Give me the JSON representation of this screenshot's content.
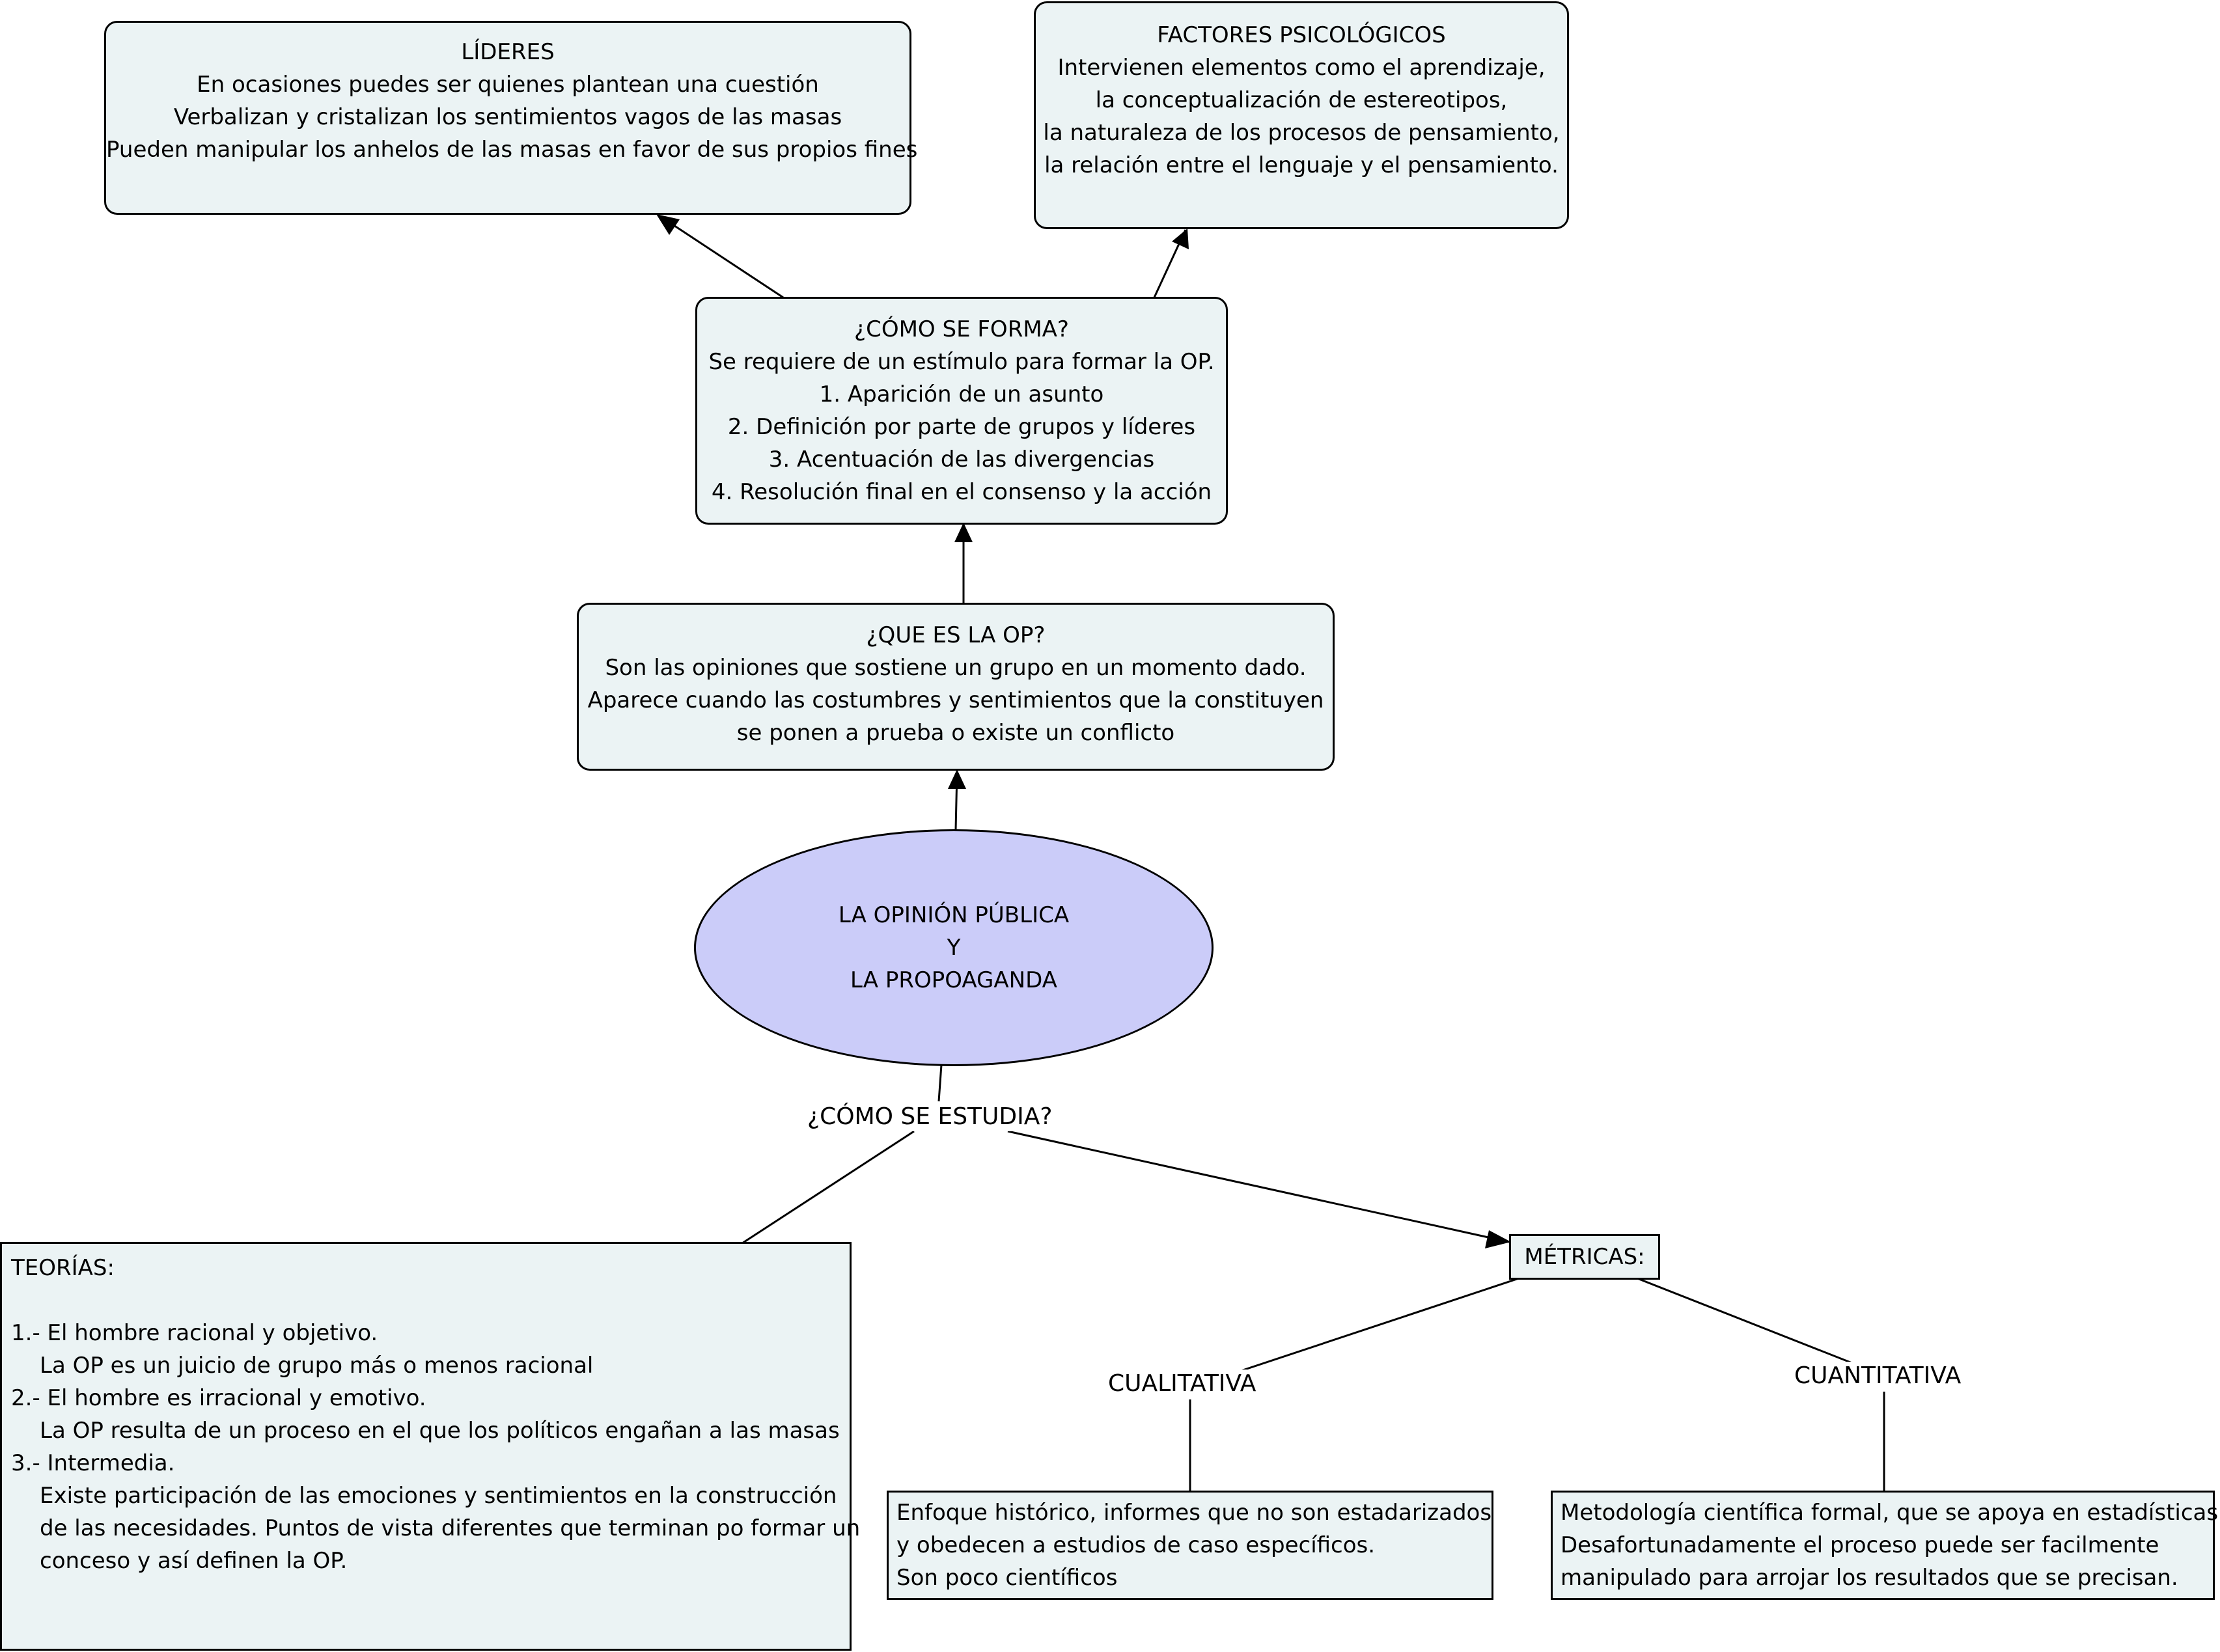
{
  "center": {
    "lines": [
      "LA OPINIÓN PÚBLICA",
      "Y",
      "LA PROPOAGANDA"
    ]
  },
  "lideres": {
    "lines": [
      "LÍDERES",
      "En ocasiones puedes ser quienes plantean una cuestión",
      "Verbalizan y cristalizan los sentimientos vagos de las masas",
      "Pueden manipular los anhelos de las masas en favor de sus propios fines"
    ]
  },
  "factores": {
    "lines": [
      "FACTORES PSICOLÓGICOS",
      "Intervienen elementos como el aprendizaje,",
      "la conceptualización de estereotipos,",
      "la naturaleza de los procesos de pensamiento,",
      "la relación entre el lenguaje y el pensamiento."
    ]
  },
  "como_forma": {
    "lines": [
      "¿CÓMO SE FORMA?",
      "Se requiere de un estímulo para formar la OP.",
      "1. Aparición de un asunto",
      "2. Definición por parte de grupos y líderes",
      "3. Acentuación de las divergencias",
      "4. Resolución final en el consenso y la acción"
    ]
  },
  "que_es": {
    "lines": [
      "¿QUE ES LA OP?",
      "Son las opiniones que sostiene un grupo en un momento dado.",
      "Aparece cuando las costumbres y sentimientos  que la constituyen",
      "se ponen a prueba o existe un conflicto"
    ]
  },
  "como_estudia_label": "¿CÓMO SE ESTUDIA?",
  "teorias": {
    "title": "TEORÍAS:",
    "items": [
      {
        "heading": "1.- El hombre racional y objetivo.",
        "detail": [
          "La OP es un juicio de grupo más o menos racional"
        ]
      },
      {
        "heading": "2.- El hombre es irracional y emotivo.",
        "detail": [
          "La OP resulta de un proceso en el que los políticos engañan a las masas"
        ]
      },
      {
        "heading": "3.- Intermedia.",
        "detail": [
          "Existe participación de las emociones y sentimientos en la construcción",
          "de las necesidades. Puntos de vista diferentes que terminan po formar un",
          "conceso y así definen la OP."
        ]
      }
    ]
  },
  "metricas": {
    "label": "MÉTRICAS:"
  },
  "cualitativa": {
    "label": "CUALITATIVA",
    "lines": [
      "Enfoque histórico, informes que no son estadarizados",
      "y obedecen a estudios de caso específicos.",
      "Son poco científicos"
    ]
  },
  "cuantitativa": {
    "label": "CUANTITATIVA",
    "lines": [
      "Metodología científica formal, que se apoya en estadísticas.",
      "Desafortunadamente el proceso puede ser facilmente",
      "manipulado para arrojar los resultados que se precisan."
    ]
  },
  "colors": {
    "box_fill": "#ebf3f4",
    "ellipse_fill": "#cbccf9",
    "stroke": "#000000"
  }
}
